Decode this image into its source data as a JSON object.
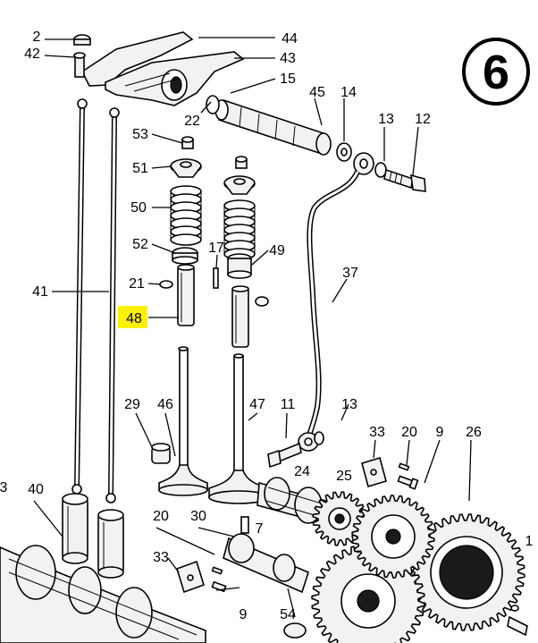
{
  "figure": {
    "number": "6"
  },
  "highlight": {
    "label": "48",
    "color": "#fff200"
  },
  "callouts": [
    {
      "id": "2",
      "label": "2"
    },
    {
      "id": "42",
      "label": "42"
    },
    {
      "id": "44",
      "label": "44"
    },
    {
      "id": "43",
      "label": "43"
    },
    {
      "id": "15",
      "label": "15"
    },
    {
      "id": "45",
      "label": "45"
    },
    {
      "id": "14",
      "label": "14"
    },
    {
      "id": "22",
      "label": "22"
    },
    {
      "id": "13a",
      "label": "13"
    },
    {
      "id": "12",
      "label": "12"
    },
    {
      "id": "53",
      "label": "53"
    },
    {
      "id": "51",
      "label": "51"
    },
    {
      "id": "50",
      "label": "50"
    },
    {
      "id": "52",
      "label": "52"
    },
    {
      "id": "17",
      "label": "17"
    },
    {
      "id": "49",
      "label": "49"
    },
    {
      "id": "37",
      "label": "37"
    },
    {
      "id": "21",
      "label": "21"
    },
    {
      "id": "41",
      "label": "41"
    },
    {
      "id": "48",
      "label": "48"
    },
    {
      "id": "29",
      "label": "29"
    },
    {
      "id": "46",
      "label": "46"
    },
    {
      "id": "47",
      "label": "47"
    },
    {
      "id": "11",
      "label": "11"
    },
    {
      "id": "13b",
      "label": "13"
    },
    {
      "id": "33a",
      "label": "33"
    },
    {
      "id": "20a",
      "label": "20"
    },
    {
      "id": "9a",
      "label": "9"
    },
    {
      "id": "26",
      "label": "26"
    },
    {
      "id": "3",
      "label": "3"
    },
    {
      "id": "40",
      "label": "40"
    },
    {
      "id": "24",
      "label": "24"
    },
    {
      "id": "25",
      "label": "25"
    },
    {
      "id": "20b",
      "label": "20"
    },
    {
      "id": "30",
      "label": "30"
    },
    {
      "id": "7",
      "label": "7"
    },
    {
      "id": "33b",
      "label": "33"
    },
    {
      "id": "1",
      "label": "1"
    },
    {
      "id": "9b",
      "label": "9"
    },
    {
      "id": "54",
      "label": "54"
    }
  ]
}
